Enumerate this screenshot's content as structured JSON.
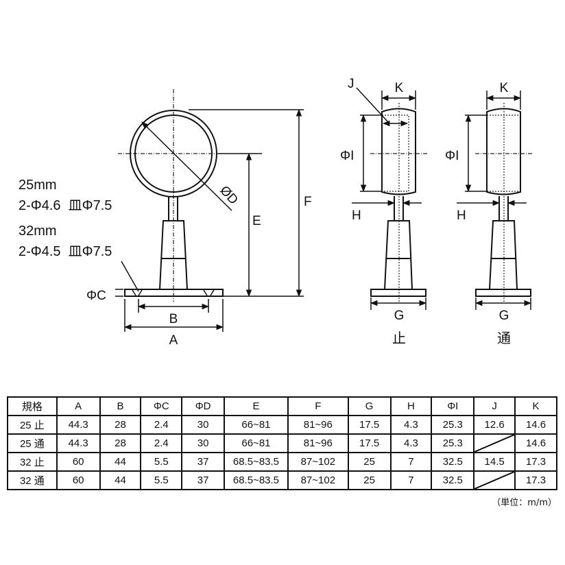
{
  "front_view": {
    "labels": {
      "A": "A",
      "B": "B",
      "C": "ΦC",
      "D": "ØD",
      "E": "E",
      "F": "F"
    },
    "notes": [
      {
        "size": "25mm",
        "hole": "2-Φ4.6  皿Φ7.5"
      },
      {
        "size": "32mm",
        "hole": "2-Φ4.5  皿Φ7.5"
      }
    ]
  },
  "side_views": [
    {
      "name": "止",
      "labels": {
        "J": "J",
        "K": "K",
        "I": "ΦI",
        "H": "H",
        "G": "G"
      }
    },
    {
      "name": "通",
      "labels": {
        "K": "K",
        "I": "ΦI",
        "H": "H",
        "G": "G"
      }
    }
  ],
  "table": {
    "headers": [
      "規格",
      "A",
      "B",
      "ΦC",
      "ΦD",
      "E",
      "F",
      "G",
      "H",
      "ΦI",
      "J",
      "K"
    ],
    "rows": [
      [
        "25 止",
        "44.3",
        "28",
        "2.4",
        "30",
        "66~81",
        "81~96",
        "17.5",
        "4.3",
        "25.3",
        "12.6",
        "14.6"
      ],
      [
        "25 通",
        "44.3",
        "28",
        "2.4",
        "30",
        "66~81",
        "81~96",
        "17.5",
        "4.3",
        "25.3",
        "",
        "14.6"
      ],
      [
        "32 止",
        "60",
        "44",
        "5.5",
        "37",
        "68.5~83.5",
        "87~102",
        "25",
        "7",
        "32.5",
        "14.5",
        "17.3"
      ],
      [
        "32 通",
        "60",
        "44",
        "5.5",
        "37",
        "68.5~83.5",
        "87~102",
        "25",
        "7",
        "32.5",
        "",
        "17.3"
      ]
    ],
    "unit": "（単位：m/m）"
  }
}
